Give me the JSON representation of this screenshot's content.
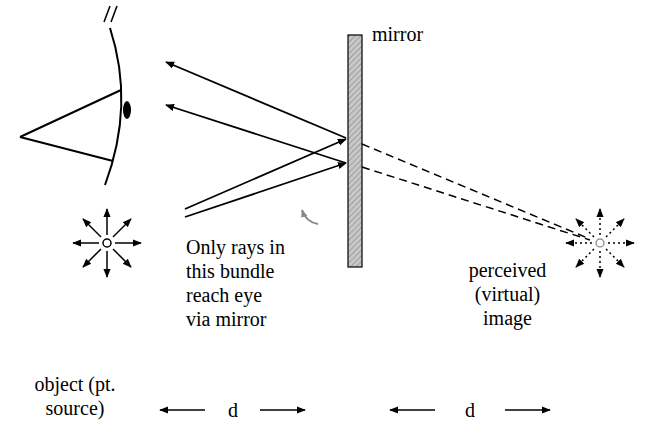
{
  "diagram": {
    "labels": [
      "mirror",
      "Only rays in this bundle reach eye via mirror",
      "object (pt. source)",
      "perceived (virtual) image",
      "d",
      "d"
    ]
  }
}
